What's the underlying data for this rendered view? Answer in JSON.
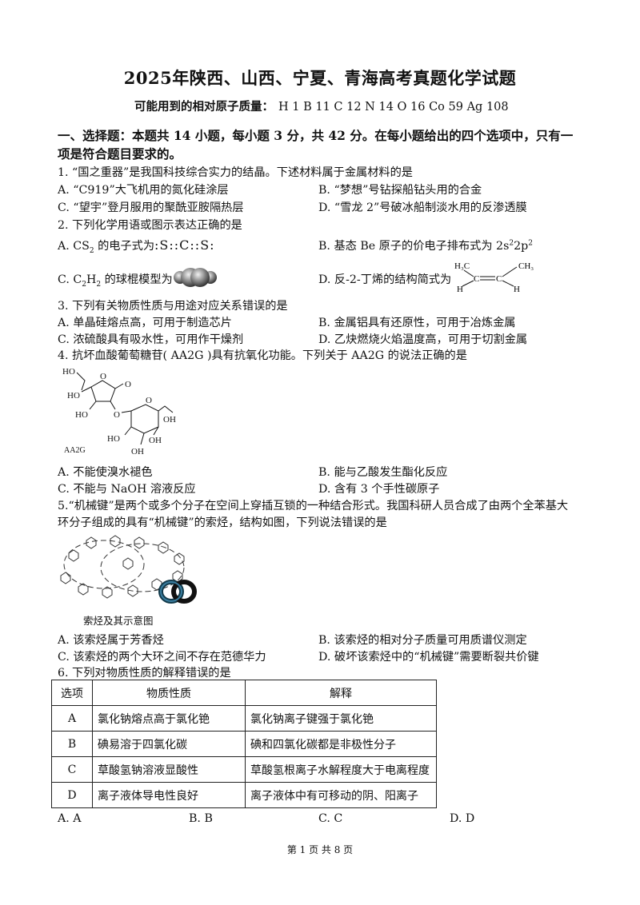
{
  "title": "2025年陕西、山西、宁夏、青海高考真题化学试题",
  "masses": {
    "label": "可能用到的相对原子质量：",
    "values": "H 1  B 11  C 12  N 14  O 16  Co 59  Ag 108"
  },
  "section1": {
    "line1": "一、选择题：本题共 14 小题，每小题 3 分，共 42 分。在每小题给出的四个选项中，只有一",
    "line2": "项是符合题目要求的。"
  },
  "q1": {
    "stem": "1. “国之重器”是我国科技综合实力的结晶。下述材料属于金属材料的是",
    "A": "A. “C919”大飞机用的氮化硅涂层",
    "B": "B. “梦想”号钻探船钻头用的合金",
    "C": "C. “望宇”登月服用的聚酰亚胺隔热层",
    "D": "D. “雪龙 2”号破冰船制淡水用的反渗透膜"
  },
  "q2": {
    "stem": "2. 下列化学用语或图示表达正确的是",
    "A_pre": "A.  CS",
    "A_sub": "2",
    "A_post": " 的电子式为",
    "A_formula": ":S::C::S:",
    "B_pre": "B. 基态 Be 原子的价电子排布式为 2s",
    "B_sup1": "2",
    "B_mid": "2p",
    "B_sup2": "2",
    "C_pre": "C.  C",
    "C_sub1": "2",
    "C_mid": "H",
    "C_sub2": "2",
    "C_post": " 的球棍模型为",
    "D": "D. 反-2-丁烯的结构简式为",
    "D_h3c": "H₃C",
    "D_ch3": "CH₃",
    "D_c": "C",
    "D_h": "H"
  },
  "q3": {
    "stem": "3. 下列有关物质性质与用途对应关系错误的是",
    "A": "A. 单晶硅熔点高，可用于制造芯片",
    "B": "B. 金属铝具有还原性，可用于冶炼金属",
    "C": "C. 浓硫酸具有吸水性，可用作干燥剂",
    "D": "D. 乙炔燃烧火焰温度高，可用于切割金属"
  },
  "q4": {
    "stem": "4. 抗坏血酸葡萄糖苷( AA2G )具有抗氧化功能。下列关于 AA2G 的说法正确的是",
    "struct": {
      "ho1": "HO",
      "ho2": "HO",
      "ho3": "HO",
      "ho4": "HO",
      "oh1": "OH",
      "oh2": "OH",
      "oh3": "OH",
      "o1": "O",
      "o2": "O",
      "o3": "O",
      "o4": "O",
      "label": "AA2G"
    },
    "A": "A. 不能使溴水褪色",
    "B": "B. 能与乙酸发生酯化反应",
    "C": "C. 不能与 NaOH 溶液反应",
    "D": "D. 含有 3 个手性碳原子"
  },
  "q5": {
    "stem1": "5.“机械键”是两个或多个分子在空间上穿插互锁的一种结合形式。我国科研人员合成了由两个全苯基大",
    "stem2": "环分子组成的具有“机械键”的索烃，结构如图，下列说法错误的是",
    "caption": "索烃及其示意图",
    "A": "A. 该索烃属于芳香烃",
    "B": "B. 该索烃的相对分子质量可用质谱仪测定",
    "C": "C. 该索烃的两个大环之间不存在范德华力",
    "D": "D. 破坏该索烃中的“机械键”需要断裂共价键"
  },
  "q6": {
    "stem": "6. 下列对物质性质的解释错误的是",
    "headers": [
      "选项",
      "物质性质",
      "解释"
    ],
    "rows": [
      [
        "A",
        "氯化钠熔点高于氯化铯",
        "氯化钠离子键强于氯化铯"
      ],
      [
        "B",
        "碘易溶于四氯化碳",
        "碘和四氯化碳都是非极性分子"
      ],
      [
        "C",
        "草酸氢钠溶液显酸性",
        "草酸氢根离子水解程度大于电离程度"
      ],
      [
        "D",
        "离子液体导电性良好",
        "离子液体中有可移动的阴、阳离子"
      ]
    ],
    "choices": [
      "A. A",
      "B. B",
      "C. C",
      "D. D"
    ]
  },
  "footer": "第 1 页 共 8 页"
}
